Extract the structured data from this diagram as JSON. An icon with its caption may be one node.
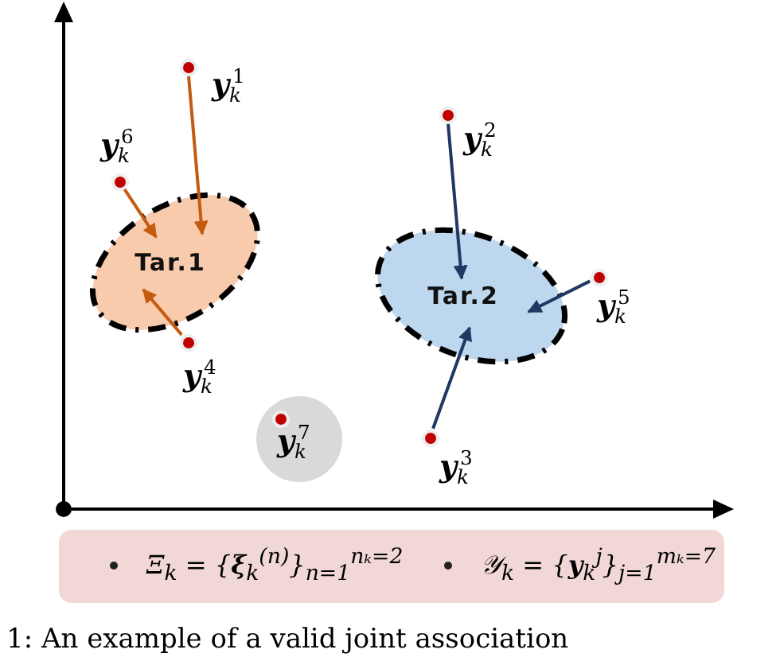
{
  "diagram": {
    "caption": "1: An example of a valid joint association",
    "nodes": [
      {
        "text": [
          "Tar.1"
        ]
      },
      {
        "text": [
          "Tar.2"
        ]
      },
      {
        "text": [],
        "shape": "circle",
        "beside": [
          "**y**$_{k}$$^{1}$"
        ]
      },
      {
        "text": [],
        "shape": "circle",
        "beside": [
          "**y**$_{k}$$^{6}$"
        ]
      },
      {
        "text": [],
        "shape": "circle",
        "beside": [
          "**y**$_{k}$$^{2}$"
        ]
      },
      {
        "text": [],
        "shape": "circle",
        "beside": [
          "**y**$_{k}$$^{5}$"
        ]
      },
      {
        "text": [],
        "shape": "circle",
        "beside": [
          "**y**$_{k}$$^{4}$"
        ]
      },
      {
        "text": [],
        "shape": "circle",
        "beside": [
          "**y**$_{k}$$^{3}$"
        ]
      },
      {
        "text": [
          "**y**$_{k}$$^{7}$"
        ]
      },
      {
        "text": [],
        "shape": "circle",
        "in": 8
      },
      {
        "text": [
          "Ξ$_{k}$ = {**ξ**$_{k}$$^{(n)}$}$_{n=1}$$^{nₖ=2}$",
          "𝒴$_{k}$ = {**y**$_{k}$$^{j}$}$_{j=1}$$^{mₖ=7}$"
        ]
      }
    ],
    "edges": [
      {
        "from": 2,
        "to": 0,
        "arrow": "to",
        "color": "#c55a11"
      },
      {
        "from": 3,
        "to": 0,
        "arrow": "to",
        "color": "#c55a11"
      },
      {
        "from": 6,
        "to": 0,
        "arrow": "to",
        "color": "#c55a11"
      },
      {
        "from": 4,
        "to": 1,
        "arrow": "to",
        "color": "#203864"
      },
      {
        "from": 5,
        "to": 1,
        "arrow": "to",
        "color": "#203864"
      },
      {
        "from": 7,
        "to": 1,
        "arrow": "to",
        "color": "#203864"
      }
    ]
  }
}
